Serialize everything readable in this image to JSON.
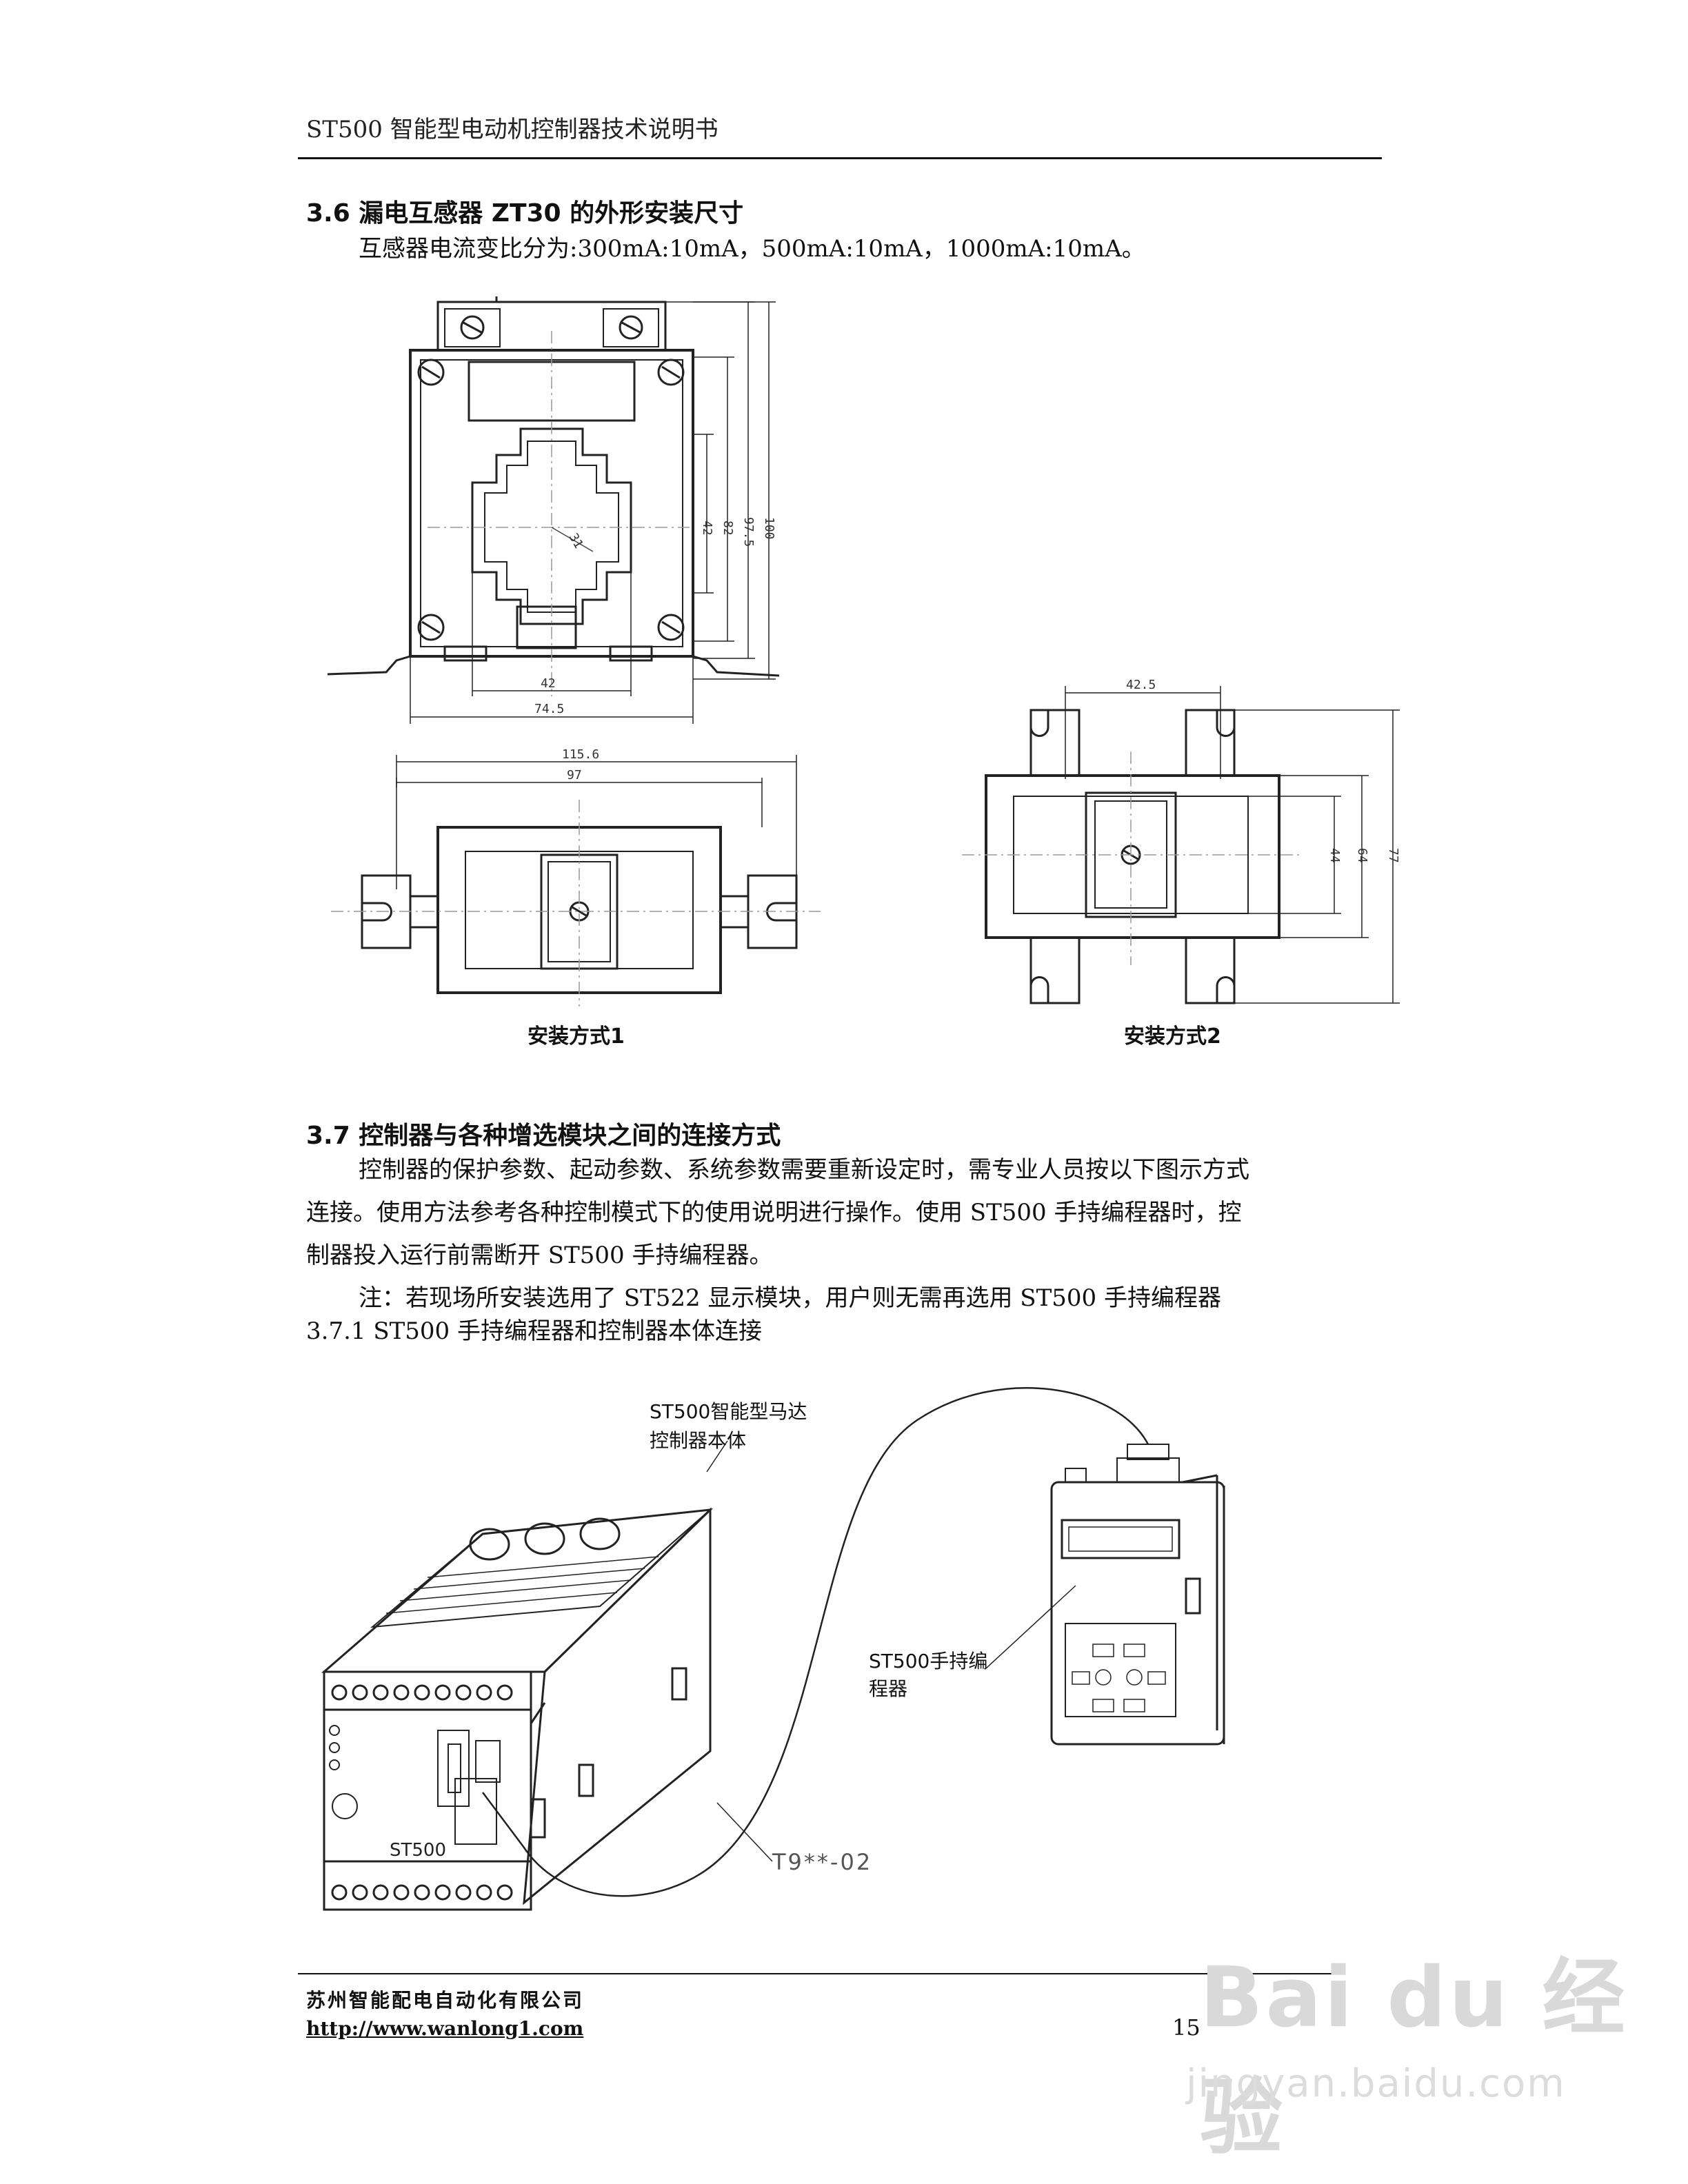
{
  "header": {
    "title": "ST500 智能型电动机控制器技术说明书"
  },
  "section_3_6": {
    "heading": "3.6 漏电互感器 ZT30 的外形安装尺寸",
    "text": "互感器电流变比分为:300mA:10mA，500mA:10mA，1000mA:10mA。"
  },
  "drawing": {
    "dims_front": {
      "d1": "42",
      "d2": "74.5",
      "r": "31",
      "h1": "42",
      "h2": "82",
      "h3": "97.5",
      "h4": "100"
    },
    "dims_mount1": {
      "w1": "115.6",
      "w2": "97"
    },
    "dims_mount2": {
      "w1": "42.5",
      "h1": "44",
      "h2": "64",
      "h3": "77"
    },
    "label_mount1": "安装方式1",
    "label_mount2": "安装方式2"
  },
  "section_3_7": {
    "heading": "3.7   控制器与各种增选模块之间的连接方式",
    "para1_line1": "控制器的保护参数、起动参数、系统参数需要重新设定时，需专业人员按以下图示方式",
    "para1_line2": "连接。使用方法参考各种控制模式下的使用说明进行操作。使用 ST500 手持编程器时，控",
    "para1_line3": "制器投入运行前需断开 ST500 手持编程器。",
    "note": "注：若现场所安装选用了 ST522 显示模块，用户则无需再选用 ST500 手持编程器",
    "sub_heading": "3.7.1  ST500 手持编程器和控制器本体连接"
  },
  "diagram2": {
    "controller_label_l1": "ST500智能型马达",
    "controller_label_l2": "控制器本体",
    "programmer_label_l1": "ST500手持编",
    "programmer_label_l2": "程器",
    "cable_label": "T9**-02",
    "device_model": "ST500"
  },
  "footer": {
    "company": "苏州智能配电自动化有限公司",
    "url": "http://www.wanlong1.com",
    "page": "15"
  },
  "watermark": {
    "brand": "Bai du 经验",
    "site": "jingyan.baidu.com"
  }
}
